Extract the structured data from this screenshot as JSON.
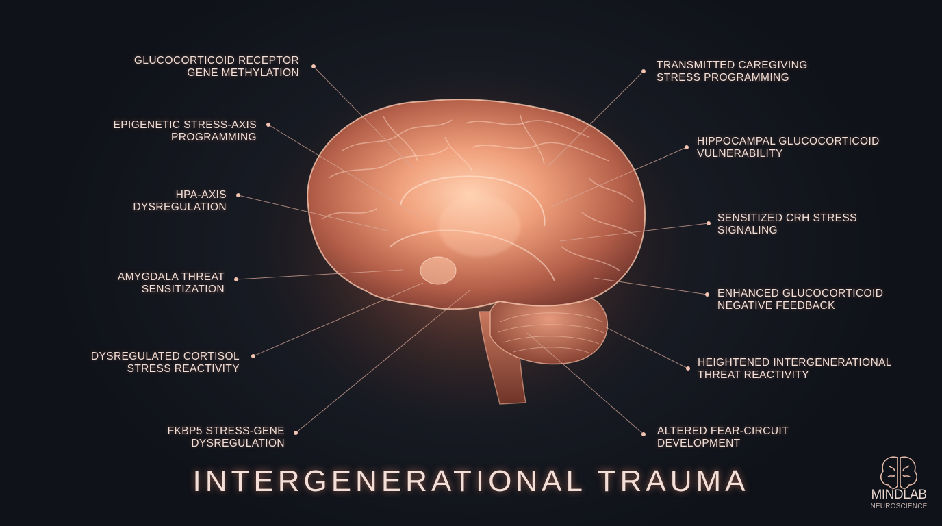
{
  "title": "INTERGENERATIONAL TRAUMA",
  "logo": {
    "name": "MINDLAB",
    "subtitle": "NEUROSCIENCE"
  },
  "colors": {
    "background": "#131722",
    "glow": "#e8906a",
    "text": "#f0ddd6",
    "line": "#d8a898"
  },
  "labels_left": [
    {
      "line1": "GLUCOCORTICOID RECEPTOR",
      "line2": "GENE METHYLATION"
    },
    {
      "line1": "EPIGENETIC STRESS-AXIS",
      "line2": "PROGRAMMING"
    },
    {
      "line1": "HPA-AXIS",
      "line2": "DYSREGULATION"
    },
    {
      "line1": "AMYGDALA THREAT",
      "line2": "SENSITIZATION"
    },
    {
      "line1": "DYSREGULATED CORTISOL",
      "line2": "STRESS REACTIVITY"
    },
    {
      "line1": "FKBP5 STRESS-GENE",
      "line2": "DYSREGULATION"
    }
  ],
  "labels_right": [
    {
      "line1": "TRANSMITTED CAREGIVING",
      "line2": "STRESS PROGRAMMING"
    },
    {
      "line1": "HIPPOCAMPAL GLUCOCORTICOID",
      "line2": "VULNERABILITY"
    },
    {
      "line1": "SENSITIZED CRH STRESS",
      "line2": "SIGNALING"
    },
    {
      "line1": "ENHANCED GLUCOCORTICOID",
      "line2": "NEGATIVE FEEDBACK"
    },
    {
      "line1": "HEIGHTENED INTERGENERATIONAL",
      "line2": "THREAT REACTIVITY"
    },
    {
      "line1": "ALTERED FEAR-CIRCUIT",
      "line2": "DEVELOPMENT"
    }
  ]
}
